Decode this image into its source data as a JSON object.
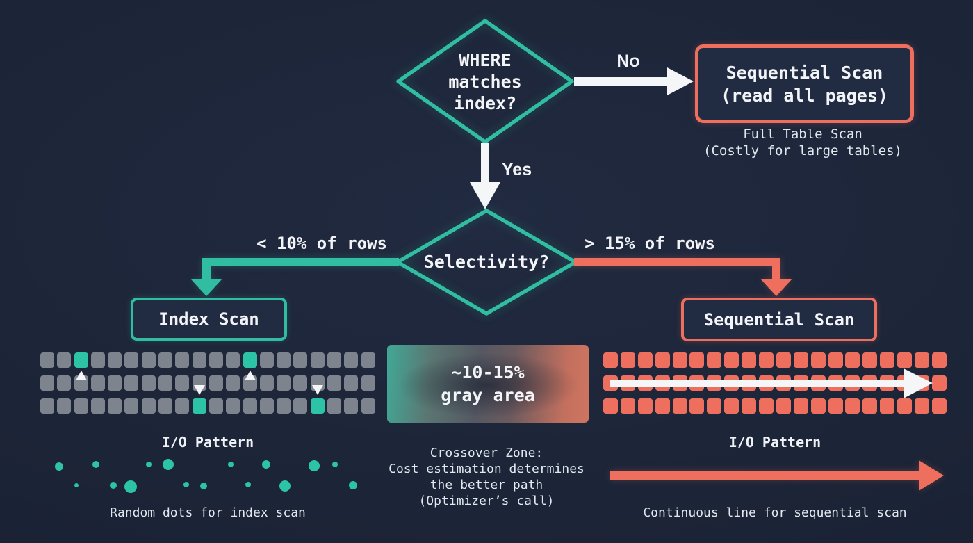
{
  "colors": {
    "background": "#1c2437",
    "teal": "#30bda1",
    "salmon": "#ee6f5d",
    "gray_square": "#7e848e",
    "text": "#f2f4f7"
  },
  "decision1": {
    "label": "WHERE\nmatches\nindex?"
  },
  "edges": {
    "no": "No",
    "yes": "Yes",
    "low": "< 10% of rows",
    "high": "> 15% of rows"
  },
  "nodes": {
    "seq_scan_full": {
      "title": "Sequential Scan\n(read all pages)",
      "caption": "Full Table Scan\n(Costly for large tables)"
    },
    "decision2": {
      "label": "Selectivity?"
    },
    "index_scan": {
      "title": "Index Scan"
    },
    "seq_scan": {
      "title": "Sequential Scan"
    }
  },
  "gray_area": {
    "label": "~10-15%\ngray area"
  },
  "index_grid": {
    "rows": 3,
    "cols": 20,
    "highlights": [
      [
        0,
        2
      ],
      [
        0,
        12
      ],
      [
        2,
        9
      ],
      [
        2,
        16
      ]
    ],
    "markers": [
      {
        "col": 2,
        "dir": "up"
      },
      {
        "col": 12,
        "dir": "up"
      },
      {
        "col": 9,
        "dir": "down"
      },
      {
        "col": 16,
        "dir": "down"
      }
    ]
  },
  "seq_grid": {
    "rows": 3,
    "cols": 20,
    "highlights": []
  },
  "io_left": {
    "title": "I/O Pattern",
    "caption": "Random dots for index scan",
    "dots": [
      [
        27,
        21,
        6
      ],
      [
        80,
        18,
        5
      ],
      [
        156,
        18,
        4
      ],
      [
        184,
        18,
        8
      ],
      [
        274,
        18,
        4
      ],
      [
        325,
        18,
        6
      ],
      [
        394,
        20,
        8
      ],
      [
        424,
        18,
        4
      ],
      [
        52,
        48,
        3
      ],
      [
        105,
        48,
        5
      ],
      [
        130,
        50,
        9
      ],
      [
        210,
        47,
        4
      ],
      [
        235,
        49,
        5
      ],
      [
        299,
        47,
        4
      ],
      [
        352,
        49,
        8
      ],
      [
        450,
        48,
        6
      ]
    ]
  },
  "io_right": {
    "title": "I/O Pattern",
    "caption": "Continuous line for sequential scan"
  },
  "crossover": {
    "text": "Crossover Zone:\nCost estimation determines\nthe better path\n(Optimizer’s call)"
  }
}
